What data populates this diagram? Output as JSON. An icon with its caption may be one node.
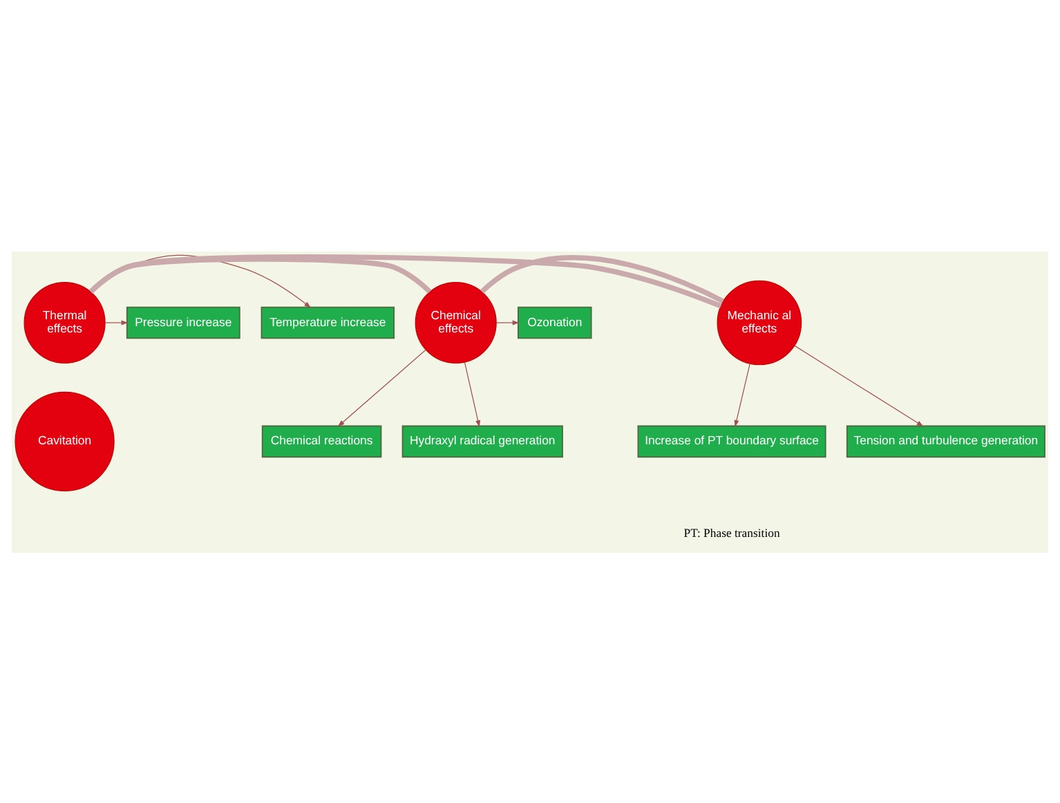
{
  "diagram": {
    "nodes": [
      {
        "text": [
          "Temperature increase"
        ]
      },
      {
        "text": [
          "Thermal effects"
        ]
      },
      {
        "text": [
          "Pressure increase"
        ]
      },
      {
        "text": [
          "Cavitation"
        ]
      },
      {
        "text": [
          "Chemical reactions"
        ]
      },
      {
        "text": [
          "Increase of PT boundary surface"
        ]
      },
      {
        "text": [
          "Chemical effects"
        ]
      },
      {
        "text": [
          "Mechanic al effects"
        ]
      },
      {
        "text": [
          "Ozonation"
        ]
      },
      {
        "text": [
          "Hydraxyl radical generation"
        ]
      },
      {
        "text": [
          "Tension and turbulence generation"
        ]
      }
    ],
    "edges": [
      {
        "from": 1,
        "to": 0,
        "arrow": "to"
      },
      {
        "from": 1,
        "to": 2,
        "arrow": "to"
      },
      {
        "from": 6,
        "to": 4,
        "arrow": "to"
      },
      {
        "from": 6,
        "to": 8,
        "arrow": "to"
      },
      {
        "from": 6,
        "to": 9,
        "arrow": "to"
      },
      {
        "from": 7,
        "to": 5,
        "arrow": "to"
      },
      {
        "from": 7,
        "to": 10,
        "arrow": "to"
      },
      {
        "from": 1,
        "to": 6,
        "arrow": "none",
        "style": "thick",
        "color": "#c9a9ab"
      },
      {
        "from": 6,
        "to": 7,
        "arrow": "none",
        "style": "thick",
        "color": "#c9a9ab"
      },
      {
        "from": 7,
        "to": 1,
        "arrow": "none",
        "style": "thick",
        "color": "#c9a9ab"
      }
    ],
    "labels": [
      "PT: Phase transition"
    ]
  }
}
